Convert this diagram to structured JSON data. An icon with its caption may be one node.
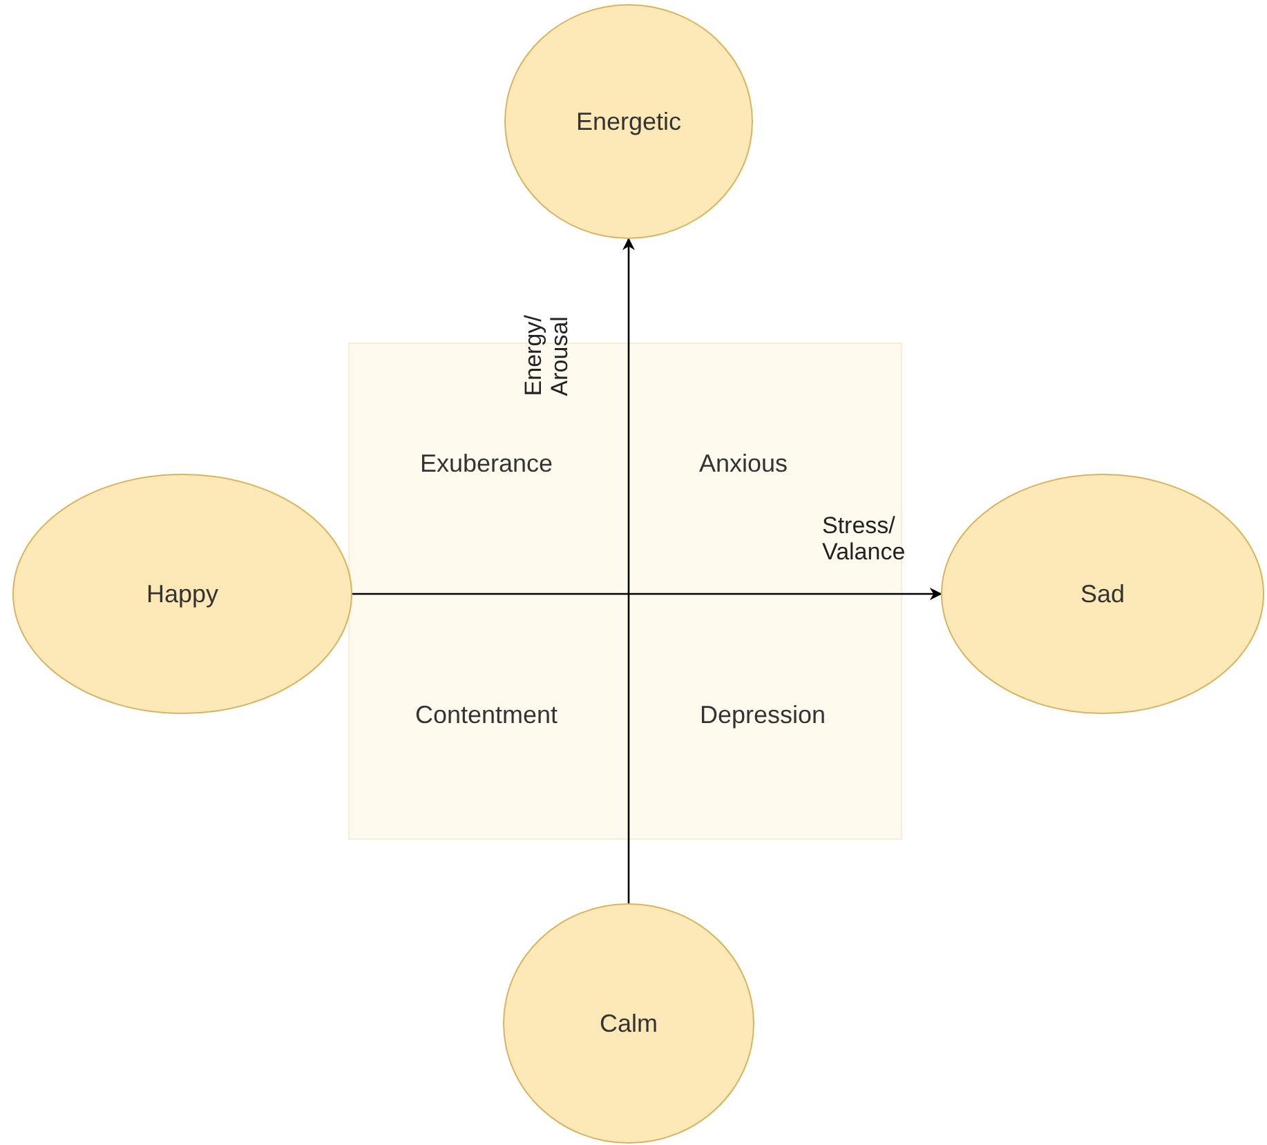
{
  "diagram": {
    "nodes": [
      {
        "text": [
          "Energetic"
        ]
      },
      {
        "text": [
          "Happy"
        ]
      },
      {
        "text": [
          "Sad"
        ]
      },
      {
        "text": [
          "Calm"
        ]
      }
    ],
    "edges": [
      {
        "from": 3,
        "to": 0,
        "arrow": "to",
        "label": "Energy/ Arousal"
      },
      {
        "from": 1,
        "to": 2,
        "arrow": "to",
        "label": "Stress/ Valance"
      }
    ],
    "labels": [
      "Exuberance",
      "Anxious",
      "Contentment",
      "Depression"
    ]
  }
}
